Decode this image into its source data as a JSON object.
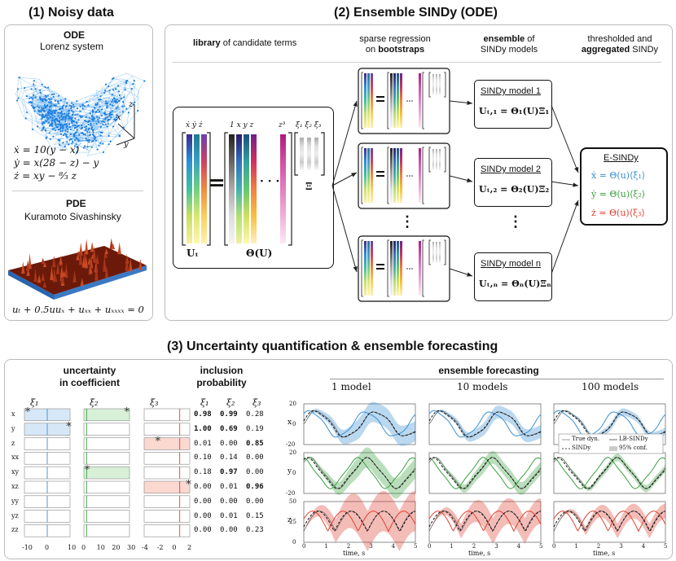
{
  "panel1": {
    "title": "(1) Noisy data",
    "ode_heading": "ODE",
    "ode_name": "Lorenz system",
    "axis_x": "x",
    "axis_y": "y",
    "axis_z": "z",
    "eq1": "ẋ = 10(y − x)",
    "eq2": "ẏ = x(28 − z) − y",
    "eq3": "ż = xy − ⁸⁄₃ z",
    "pde_heading": "PDE",
    "pde_name": "Kuramoto Sivashinsky",
    "pde_eq": "uₜ + 0.5uuₓ + uₓₓ + uₓₓₓₓ = 0"
  },
  "panel2": {
    "title": "(2) Ensemble SINDy (ODE)",
    "col1_bold": "library",
    "col1_rest": " of candidate terms",
    "col2_line1": "sparse regression",
    "col2_line2_pre": "on ",
    "col2_line2_bold": "bootstraps",
    "col3_bold": "ensemble",
    "col3_line2": " of",
    "col3_line3": "SINDy models",
    "col4_line1": "thresholded and",
    "col4_bold": "aggregated",
    "col4_rest": " SINDy",
    "lhs_header": "ẋ ẏ ż",
    "theta_header": "1 x y z",
    "z3_header": "z³",
    "xi_header": "ξ₁ ξ₂ ξ₃",
    "eq_sign": "=",
    "dots": "· · ·",
    "label_U": "Uₜ",
    "label_Theta": "Θ(U)",
    "label_Xi": "Ξ",
    "models": [
      {
        "title": "SINDy model 1",
        "eq": "Uₜ,₁ = Θ₁(U)Ξ₁"
      },
      {
        "title": "SINDy model 2",
        "eq": "Uₜ,₂ = Θ₂(U)Ξ₂"
      },
      {
        "title": "SINDy model n",
        "eq": "Uₜ,ₙ = Θₙ(U)Ξₙ"
      }
    ],
    "vdots": "⋮",
    "esindy_title": "E-SINDy",
    "esindy_eqs": [
      {
        "text": "ẋ = Θ(u)⟨ξ₁⟩",
        "color": "#3a8fd0"
      },
      {
        "text": "ẏ = Θ(u)⟨ξ₂⟩",
        "color": "#3aa040"
      },
      {
        "text": "ż = Θ(u)⟨ξ₃⟩",
        "color": "#e04030"
      }
    ]
  },
  "panel3": {
    "title": "(3) Uncertainty quantification & ensemble forecasting",
    "unc_title1": "uncertainty",
    "unc_title2": "in coefficient",
    "inc_title1": "inclusion",
    "inc_title2": "probability",
    "forecast_title": "ensemble forecasting",
    "xi_cols": [
      "ξ₁",
      "ξ₂",
      "ξ₃"
    ],
    "row_labels": [
      "x",
      "y",
      "z",
      "xx",
      "xy",
      "xz",
      "yy",
      "yz",
      "zz"
    ],
    "unc_ticks": [
      [
        "-10",
        "0",
        "10"
      ],
      [
        "0",
        "10",
        "20",
        "30"
      ],
      [
        "-4",
        "-2",
        "0",
        "2"
      ]
    ],
    "inclusion": [
      [
        "0.98",
        "0.99",
        "0.28"
      ],
      [
        "1.00",
        "0.69",
        "0.19"
      ],
      [
        "0.01",
        "0.00",
        "0.85"
      ],
      [
        "0.10",
        "0.14",
        "0.00"
      ],
      [
        "0.18",
        "0.97",
        "0.00"
      ],
      [
        "0.00",
        "0.01",
        "0.96"
      ],
      [
        "0.00",
        "0.00",
        "0.00"
      ],
      [
        "0.00",
        "0.01",
        "0.15"
      ],
      [
        "0.00",
        "0.00",
        "0.23"
      ]
    ],
    "forecast_cols": [
      "1 model",
      "10 models",
      "100 models"
    ],
    "forecast_rows": [
      "x",
      "y",
      "z"
    ],
    "yticks": [
      [
        "20",
        "0",
        "-20"
      ],
      [
        "20",
        "0",
        "-20"
      ],
      [
        "50",
        "25",
        "0"
      ]
    ],
    "xticks": [
      "0",
      "1",
      "2",
      "3",
      "4",
      "5"
    ],
    "xlabel": "time, s",
    "legend": [
      "True dyn.",
      "LB-SINDy",
      "SINDy",
      "95% conf."
    ],
    "colors": {
      "x": "#3a8fd0",
      "y": "#3aa040",
      "z": "#e04030"
    }
  }
}
